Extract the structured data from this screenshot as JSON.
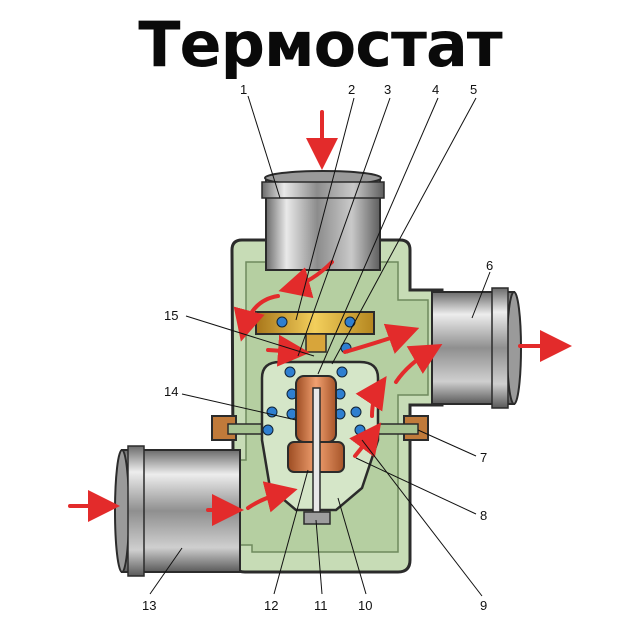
{
  "title": "Термостат",
  "labels": [
    "1",
    "2",
    "3",
    "4",
    "5",
    "6",
    "7",
    "8",
    "9",
    "10",
    "11",
    "12",
    "13",
    "14",
    "15"
  ]
}
